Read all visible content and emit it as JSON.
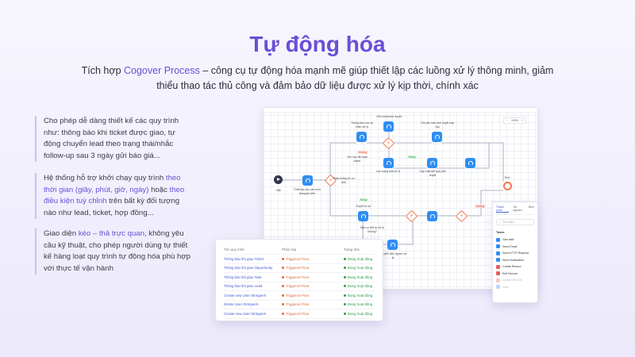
{
  "hero": {
    "title": "Tự động hóa",
    "subtitle_pre": "Tích hợp ",
    "subtitle_brand": "Cogover Process",
    "subtitle_post": " – công cụ tự động hóa mạnh mẽ giúp thiết lập các luồng xử lý thông minh, giảm thiểu thao tác thủ công và đảm bảo dữ liệu được xử lý kịp thời, chính xác"
  },
  "features": [
    {
      "text": "Cho phép dễ dàng thiết kế các quy trình như: thông báo khi ticket được giao, tự động chuyển lead theo trạng thái/nhắc follow-up sau 3 ngày gửi báo giá..."
    },
    {
      "pre": "Hệ thống hỗ trợ khởi chạy quy trình ",
      "hl1": "theo thời gian (giây, phút, giờ, ngày)",
      "mid": " hoặc ",
      "hl2": "theo điều kiện tuỳ chỉnh",
      "post": " trên bất kỳ đối tượng nào như lead, ticket, hợp đồng..."
    },
    {
      "pre": "Giao diện ",
      "hl1": "kéo – thả trực quan",
      "post": ", không yêu cầu kỹ thuật, cho phép người dùng tự thiết kế hàng loạt quy trình tự động hóa phù hợp với thực tế vận hành"
    }
  ],
  "canvas": {
    "zoom": "100%",
    "start_label": "Bắt",
    "labels": {
      "n1": "Thiết lập các cấu hình thông tin trên",
      "n2": "Thông báo cho cá nhân xử lý",
      "n3": "Gửi email phê duyệt",
      "n4": "Gửi yêu cầu phê duyệt cấp cao",
      "n5": "Lưu trạng thái xử lý",
      "n6": "Cập nhật kết quả phê duyệt",
      "d1": "Yêu cầu đã hoàn thành",
      "d2": "Bạn có thể tự xử lý không?",
      "d3": "Nhận thông tin cơ bản",
      "n7": "Duyệt hồ sơ",
      "n8": "Chuyển đến người xử lý",
      "end": "End"
    },
    "yes": "Đúng",
    "no": "Không"
  },
  "table": {
    "headers": [
      "Tên quy trình",
      "Phân loại",
      "Trạng thái"
    ],
    "rows": [
      [
        "Thông báo khi giao Ticket",
        "Triggered Flow",
        "Đang hoạt động"
      ],
      [
        "Thông báo khi giao Opportunity",
        "Triggered Flow",
        "Đang hoạt động"
      ],
      [
        "Thông báo khi giao Task",
        "Triggered Flow",
        "Đang hoạt động"
      ],
      [
        "Thông báo khi giao Lead",
        "Triggered Flow",
        "Đang hoạt động"
      ],
      [
        "Create new User StringeeX",
        "Triggered Flow",
        "Đang hoạt động"
      ],
      [
        "Delete User StringeeX",
        "Triggered Flow",
        "Đang hoạt động"
      ],
      [
        "Create new User StringeeX",
        "Triggered Flow",
        "Đang hoạt động"
      ]
    ]
  },
  "panel": {
    "tabs": [
      "Thành phần",
      "Tài nguyên",
      "Biến"
    ],
    "search_placeholder": "Tìm kiếm",
    "section": "Tasks",
    "items": [
      "Gán task",
      "Send Email",
      "Send HTTP Request",
      "Send Notification",
      "Create Record",
      "Edit Record",
      "Update Record",
      "View"
    ]
  },
  "colors": {
    "brand": "#6a4fd6",
    "node": "#2f8ef3",
    "decision": "#f0774f",
    "success": "#2c9c4a"
  }
}
